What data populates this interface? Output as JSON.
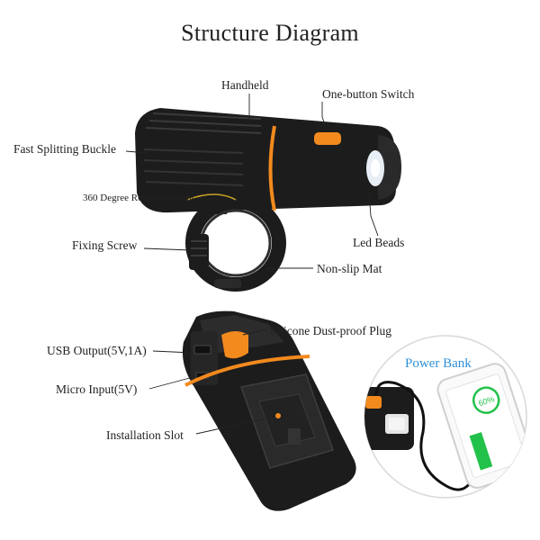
{
  "title": "Structure Diagram",
  "labels": {
    "handheld": "Handheld",
    "one_button_switch": "One-button Switch",
    "fast_splitting_buckle": "Fast Splitting Buckle",
    "rotation_mount": "360 Degree Rotation Mount",
    "fixing_screw": "Fixing Screw",
    "led_beads": "Led Beads",
    "non_slip_mat": "Non-slip Mat",
    "silicone_plug": "Silicone Dust-proof Plug",
    "usb_output": "USB Output(5V,1A)",
    "micro_input": "Micro Input(5V)",
    "installation_slot": "Installation Slot",
    "power_bank": "Power Bank"
  },
  "phone": {
    "battery_text": "60%",
    "battery_level": 0.6
  },
  "colors": {
    "accent": "#f28a1e",
    "body": "#1c1c1c",
    "body_light": "#3a3a3a",
    "screen_bar": "#22c24a",
    "power_bank_text": "#2f8fd8"
  }
}
